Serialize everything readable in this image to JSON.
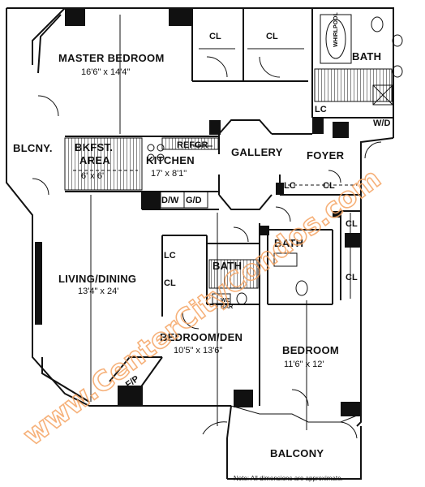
{
  "rooms": {
    "master_bedroom": {
      "name": "MASTER BEDROOM",
      "dim": "16'6\" x 14'4\""
    },
    "kitchen": {
      "name": "KITCHEN",
      "dim": "17' x 8'1\""
    },
    "bkfst_area": {
      "name_line1": "BKFST.",
      "name_line2": "AREA",
      "dim": "6' x 6'"
    },
    "living_dining": {
      "name": "LIVING/DINING",
      "dim": "13'4\" x 24'"
    },
    "bedroom_den": {
      "name": "BEDROOM/DEN",
      "dim": "10'5\" x 13'6\""
    },
    "bedroom": {
      "name": "BEDROOM",
      "dim": "11'6\" x 12'"
    },
    "balcony_bottom": {
      "name": "BALCONY"
    },
    "balcony_left": {
      "name": "BLCNY."
    },
    "gallery": {
      "name": "GALLERY"
    },
    "foyer": {
      "name": "FOYER"
    },
    "bath_master": {
      "name": "BATH"
    },
    "bath_den": {
      "name": "BATH"
    },
    "bath_bedroom": {
      "name": "BATH"
    }
  },
  "fixtures": {
    "cl": "CL",
    "lc": "LC",
    "refgr": "REFGR",
    "dw": "D/W",
    "gd": "G/D",
    "wd": "W/D",
    "whirlpool": "WHIRLPOOL",
    "fp": "F/P",
    "we_line1": "WE",
    "we_line2": "BAR"
  },
  "note": "Note: All dimensions are approximate.",
  "watermark": "www.CenterCityCondos.com"
}
